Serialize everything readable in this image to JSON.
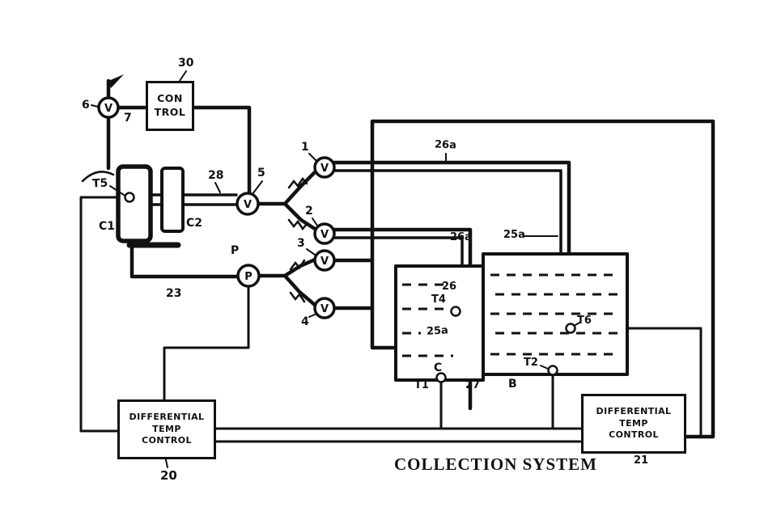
{
  "title": "COLLECTION SYSTEM",
  "control_unit": {
    "ref": "30",
    "line1": "CON",
    "line2": "TROL"
  },
  "valve_letter": "V",
  "pump_letter": "P",
  "collectors": {
    "c1": "C1",
    "c2": "C2"
  },
  "sensors": {
    "t1": "T1",
    "t2": "T2",
    "t4": "T4",
    "t5": "T5",
    "t6": "T6"
  },
  "refs": {
    "r6": "6",
    "r7": "7",
    "r5": "5",
    "r1": "1",
    "r2": "2",
    "r3": "3",
    "r4": "4",
    "r28": "28",
    "r23": "23",
    "rP": "P",
    "r26a": "26a",
    "r26a2": "26a",
    "r25a": "25a",
    "r25a2": "25a",
    "r26": "26",
    "r27": "27",
    "rB": "B",
    "rC": "C",
    "r20": "20",
    "r21": "21"
  },
  "diff_control": {
    "line1": "DIFFERENTIAL",
    "line2": "TEMP",
    "line3": "CONTROL"
  }
}
